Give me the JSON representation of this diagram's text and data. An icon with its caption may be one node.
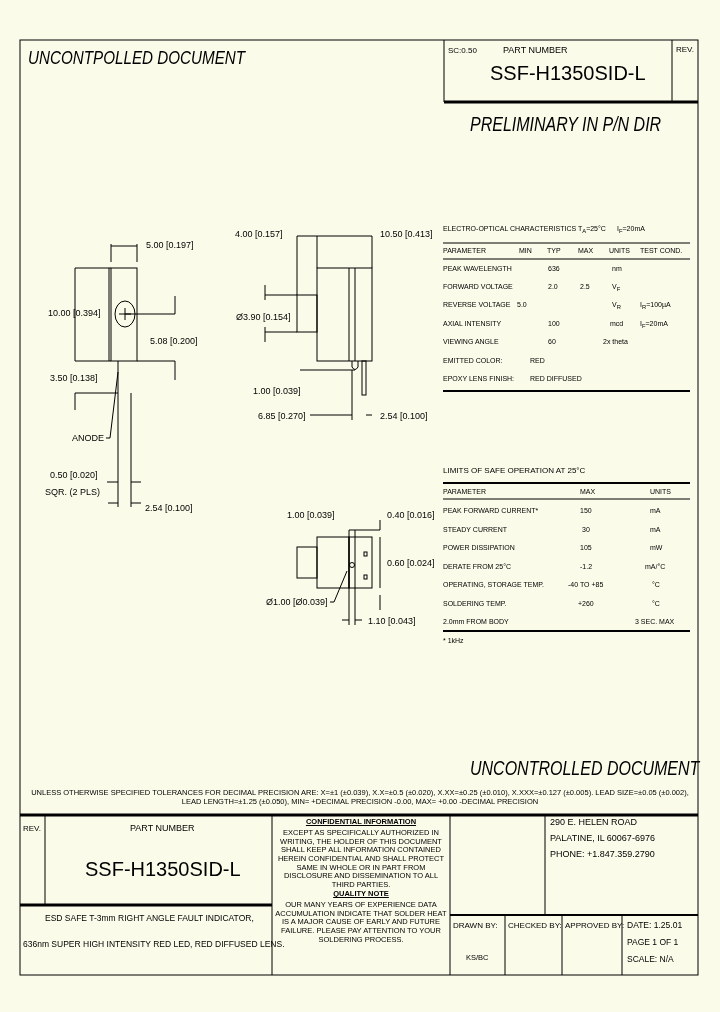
{
  "diagram": {
    "nodes": [
      {
        "text": [
          "ANODE"
        ]
      },
      {
        "text": [
          "Ø1.00 [Ø0.039]"
        ]
      }
    ],
    "edges": [
      {
        "from": 0,
        "to": null,
        "arrow": "none"
      },
      {
        "from": 1,
        "to": null,
        "arrow": "none"
      }
    ],
    "labels": [
      "UNCONTPOLLED DOCUMENT",
      "SC:0.50",
      "PART NUMBER",
      "REV.",
      "SSF-H1350SID-L",
      "PRELIMINARY IN P/N DIR",
      "5.00 [0.197]",
      "10.00 [0.394]",
      "5.08 [0.200]",
      "3.50 [0.138]",
      "0.50 [0.020]",
      "SQR. (2 PLS)",
      "2.54 [0.100]",
      "4.00 [0.157]",
      "10.50 [0.413]",
      "Ø3.90 [0.154]",
      "1.00 [0.039]",
      "6.85 [0.270]",
      "2.54 [0.100]",
      "1.00 [0.039]",
      "0.40 [0.016]",
      "0.60 [0.024]",
      "1.10 [0.043]",
      "ELECTRO-OPTICAL CHARACTERISTICS T$_{A}$=25°C",
      "I$_{F}$=20mA",
      "PARAMETER",
      "MIN",
      "TYP",
      "MAX",
      "UNITS",
      "TEST COND.",
      "PEAK WAVELENGTH",
      "636",
      "nm",
      "FORWARD VOLTAGE",
      "2.0",
      "2.5",
      "V$_{F}$",
      "REVERSE VOLTAGE",
      "5.0",
      "V$_{R}$",
      "I$_{R}$=100µA",
      "AXIAL INTENSITY",
      "100",
      "mcd",
      "I$_{F}$=20mA",
      "VIEWING ANGLE",
      "60",
      "2x theta",
      "EMITTED COLOR:",
      "RED",
      "EPOXY LENS FINISH:",
      "RED DIFFUSED",
      "LIMITS OF SAFE OPERATION AT 25°C",
      "PARAMETER",
      "MAX",
      "UNITS",
      "PEAK FORWARD CURRENT*",
      "150",
      "mA",
      "STEADY CURRENT",
      "30",
      "mA",
      "POWER DISSIPATION",
      "105",
      "mW",
      "DERATE FROM 25°C",
      "-1.2",
      "mA/°C",
      "OPERATING, STORAGE TEMP.",
      "-40 TO +85",
      "°C",
      "SOLDERING TEMP.",
      "+260",
      "°C",
      "2.0mm FROM BODY",
      "3 SEC. MAX",
      "* 1kHz",
      "UNCONTROLLED DOCUMENT",
      "UNLESS OTHERWISE SPECIFIED TOLERANCES FOR DECIMAL PRECISION ARE: X=±1 (±0.039), X.X=±0.5 (±0.020), X.XX=±0.25 (±0.010), X.XXX=±0.127 (±0.005). LEAD SIZE=±0.05 (±0.002), LEAD LENGTH=±1.25 (±0.050), MIN= +DECIMAL PRECISION -0.00, MAX= +0.00 -DECIMAL PRECISION",
      "REV.",
      "PART NUMBER",
      "SSF-H1350SID-L",
      "ESD SAFE T-3mm RIGHT ANGLE FAULT INDICATOR,",
      "636nm SUPER HIGH INTENSITY RED LED, RED DIFFUSED LENS.",
      "CONFIDENTIAL INFORMATION",
      "EXCEPT AS SPECIFICALLY AUTHORIZED IN WRITING, THE HOLDER OF THIS DOCUMENT SHALL KEEP ALL INFORMATION CONTAINED HEREIN CONFIDENTIAL AND SHALL PROTECT SAME IN WHOLE OR IN PART FROM DISCLOSURE AND DISSEMINATION TO ALL THIRD PARTIES.",
      "QUALITY NOTE",
      "OUR MANY YEARS OF EXPERIENCE DATA ACCUMULATION INDICATE THAT SOLDER HEAT IS A MAJOR CAUSE OF EARLY AND FUTURE FAILURE. PLEASE PAY ATTENTION TO YOUR SOLDERING PROCESS.",
      "290 E. HELEN ROAD",
      "PALATINE, IL 60067-6976",
      "PHONE: +1.847.359.2790",
      "DRAWN BY:",
      "KS/BC",
      "CHECKED BY:",
      "APPROVED BY:",
      "DATE: 1.25.01",
      "PAGE 1 OF 1",
      "SCALE: N/A"
    ]
  }
}
